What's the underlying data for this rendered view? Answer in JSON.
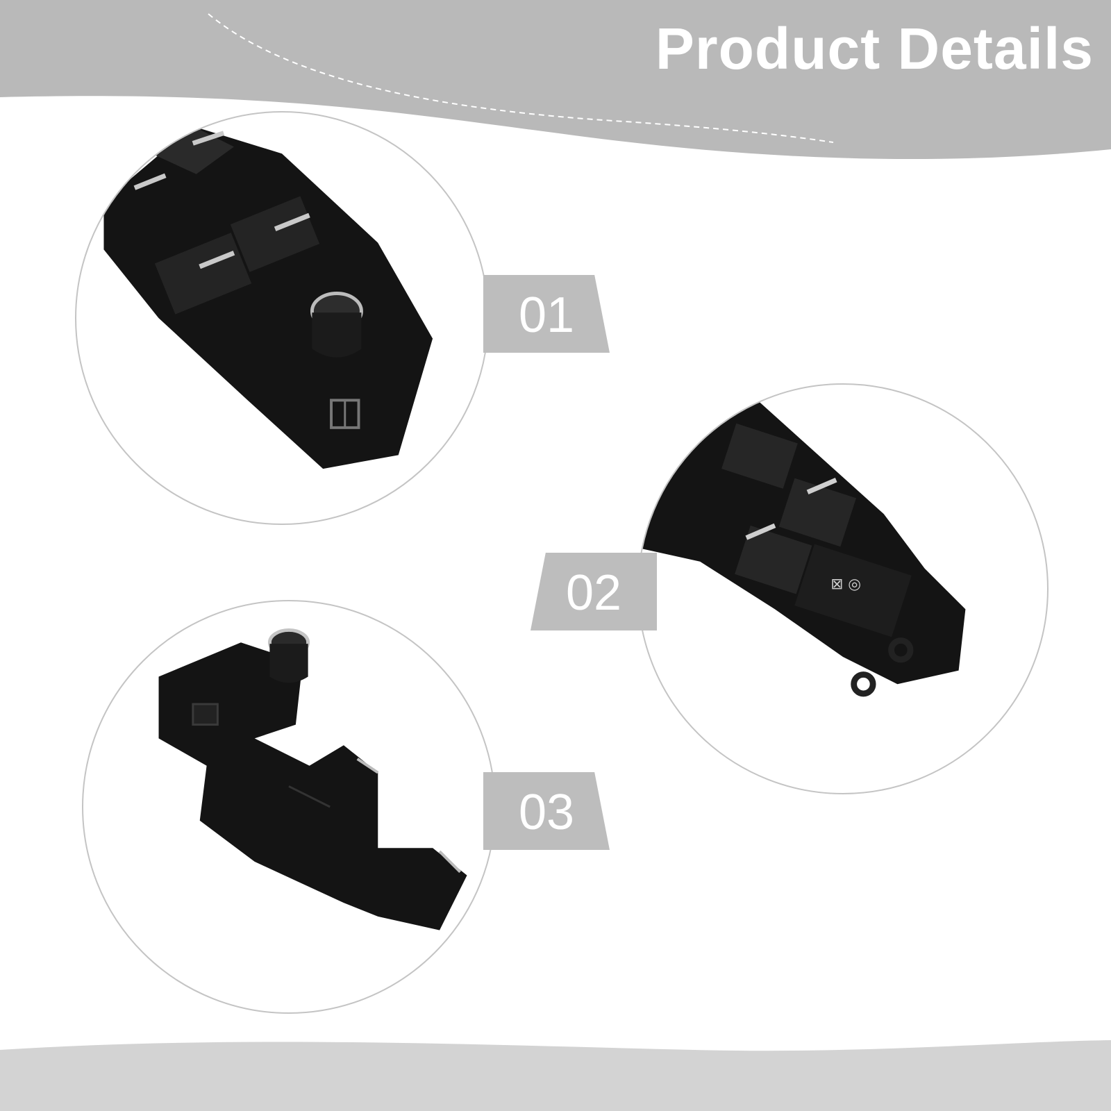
{
  "header": {
    "title": "Product Details"
  },
  "details": [
    {
      "label": "01"
    },
    {
      "label": "02"
    },
    {
      "label": "03"
    }
  ],
  "colors": {
    "banner": "#b9b9b9",
    "tag": "#bdbdbd",
    "circle_border": "#c4c4c4",
    "product": "#141414",
    "background": "#ffffff"
  }
}
